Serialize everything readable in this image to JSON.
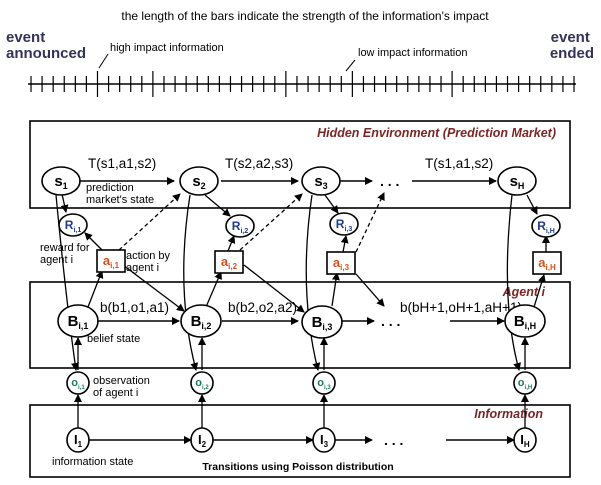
{
  "colors": {
    "ink": "#000000",
    "header_blue": "#33335a",
    "section_title": "#7a2626",
    "action_orange": "#d2501e",
    "obs_green": "#1f7a5a",
    "reward_blue": "#1f3b8a"
  },
  "header": {
    "caption": "the length of the bars indicate the strength of the information's impact",
    "event_announced": [
      "event",
      "announced"
    ],
    "event_ended": [
      "event",
      "ended"
    ],
    "high_impact": "high impact information",
    "low_impact": "low impact information"
  },
  "sections": {
    "environment": "Hidden Environment (Prediction Market)",
    "agent": "Agent i",
    "information": "Information"
  },
  "states": [
    {
      "main": "s",
      "sub": "1"
    },
    {
      "main": "s",
      "sub": "2"
    },
    {
      "main": "s",
      "sub": "3"
    },
    {
      "main": "s",
      "sub": "H"
    }
  ],
  "transitions": [
    "T(s1,a1,s2)",
    "T(s2,a2,s3)",
    "T(s1,a1,s2)"
  ],
  "rewards": [
    {
      "main": "R",
      "sub": "i,1"
    },
    {
      "main": "R",
      "sub": "i,2"
    },
    {
      "main": "R",
      "sub": "i,3"
    },
    {
      "main": "R",
      "sub": "i,H"
    }
  ],
  "actions": [
    {
      "main": "a",
      "sub": "i,1"
    },
    {
      "main": "a",
      "sub": "i,2"
    },
    {
      "main": "a",
      "sub": "i,3"
    },
    {
      "main": "a",
      "sub": "i,H"
    }
  ],
  "beliefs": [
    {
      "main": "B",
      "sub": "i,1"
    },
    {
      "main": "B",
      "sub": "i,2"
    },
    {
      "main": "B",
      "sub": "i,3"
    },
    {
      "main": "B",
      "sub": "i,H"
    }
  ],
  "belief_updates": [
    "b(b1,o1,a1)",
    "b(b2,o2,a2)",
    "b(bH+1,oH+1,aH+1)"
  ],
  "observations": [
    {
      "main": "o",
      "sub": "i,1"
    },
    {
      "main": "o",
      "sub": "i,2"
    },
    {
      "main": "o",
      "sub": "i,3"
    },
    {
      "main": "o",
      "sub": "i,H"
    }
  ],
  "info_states": [
    {
      "main": "I",
      "sub": "1"
    },
    {
      "main": "I",
      "sub": "2"
    },
    {
      "main": "I",
      "sub": "3"
    },
    {
      "main": "I",
      "sub": "H"
    }
  ],
  "ellipsis": ". . .",
  "annotations": {
    "market_state": [
      "prediction",
      "market's state"
    ],
    "reward_for": [
      "reward for",
      "agent i"
    ],
    "action_by": [
      "action by",
      "agent i"
    ],
    "belief_state": "belief state",
    "observation_of": [
      "observation",
      "of agent i"
    ],
    "information_state": "information state",
    "poisson": "Transitions using Poisson distribution"
  }
}
